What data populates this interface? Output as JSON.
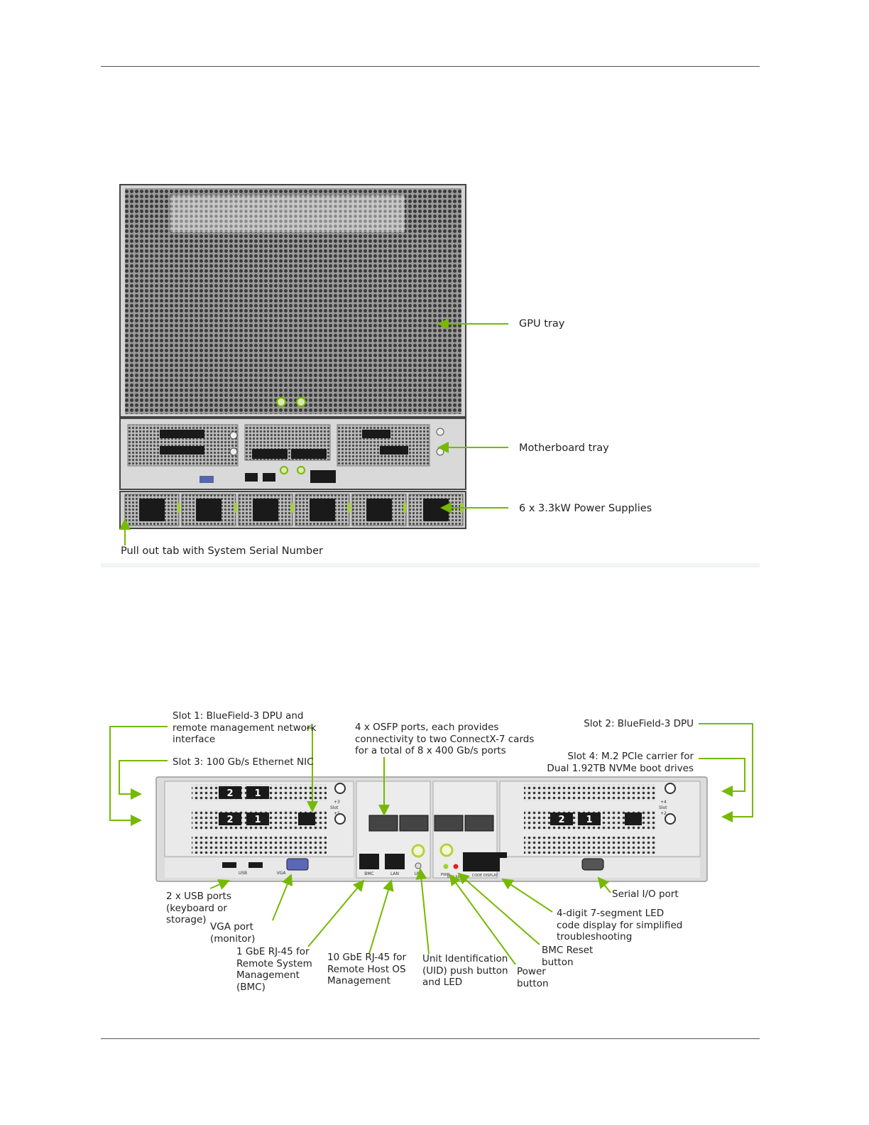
{
  "figure1": {
    "labels": {
      "gpu_tray": "GPU tray",
      "motherboard_tray": "Motherboard tray",
      "power_supplies": "6 x 3.3kW Power Supplies",
      "pull_out_tab": "Pull out tab with System Serial Number"
    }
  },
  "figure2": {
    "labels": {
      "slot1": "Slot 1: BlueField-3 DPU and\nremote management network\ninterface",
      "slot3": "Slot 3: 100 Gb/s Ethernet NIC",
      "osfp": "4 x OSFP ports, each provides\nconnectivity to two ConnectX-7 cards\nfor a total of 8 x 400 Gb/s ports",
      "slot2": "Slot 2: BlueField-3 DPU",
      "slot4": "Slot 4: M.2 PCIe carrier for\nDual 1.92TB NVMe boot drives",
      "usb": "2 x USB ports\n(keyboard or\nstorage)",
      "vga": "VGA port\n(monitor)",
      "bmc_rj45": "1 GbE RJ-45 for\nRemote System\nManagement\n(BMC)",
      "lan_rj45": "10 GbE RJ-45 for\nRemote Host OS\nManagement",
      "uid": "Unit Identification\n(UID) push button\nand LED",
      "power": "Power\nbutton",
      "bmc_reset": "BMC Reset\nbutton",
      "led_display": "4-digit 7-segment LED\ncode display for simplified\ntroubleshooting",
      "serial": "Serial I/O port"
    },
    "panel_text": {
      "card_num_2": "2",
      "card_num_1": "1",
      "usb": "USB",
      "vga": "VGA",
      "bmc": "BMC",
      "lan": "LAN",
      "uid": "UID",
      "pwr": "PWR",
      "bmc_reset": "BMC RESET",
      "code_display": "CODE DISPLAY",
      "slot_3": "+3",
      "slot_1": "+1",
      "slot_4": "+4",
      "slot_2": "+2",
      "slot_word": "Slot"
    }
  },
  "colors": {
    "accent_green": "#76b900",
    "chassis": "#d9d9d9",
    "port_black": "#1a1a1a"
  }
}
